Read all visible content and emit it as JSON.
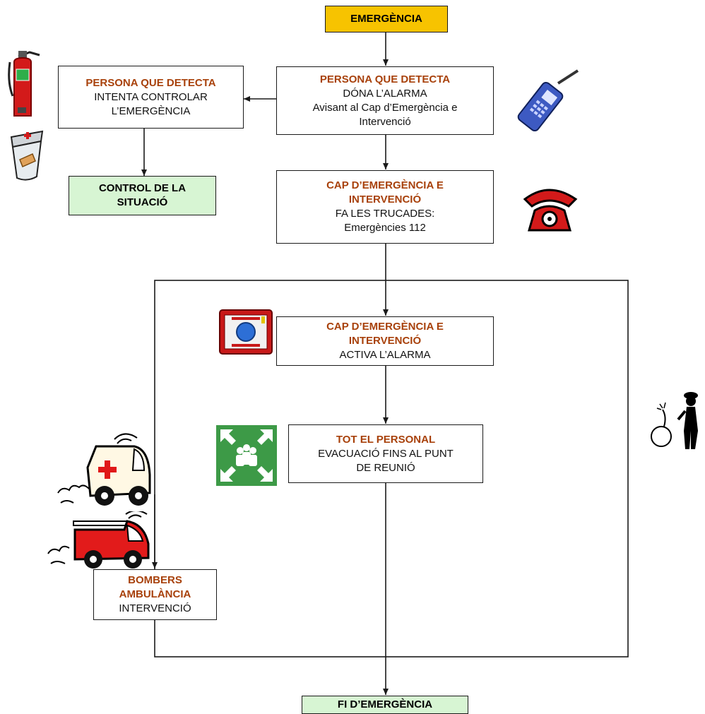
{
  "nodes": {
    "start": {
      "title": "EMERGÈNCIA"
    },
    "detect_left": {
      "title": "PERSONA QUE DETECTA",
      "line1": "INTENTA CONTROLAR",
      "line2": "L’EMERGÈNCIA"
    },
    "detect_right": {
      "title": "PERSONA QUE DETECTA",
      "line1": "DÓNA L’ALARMA",
      "line2": "Avisant al Cap d’Emergència e",
      "line3": "Intervenció"
    },
    "control": {
      "title1": "CONTROL DE LA",
      "title2": "SITUACIÓ"
    },
    "cap_calls": {
      "title1": "CAP D’EMERGÈNCIA E",
      "title2": "INTERVENCIÓ",
      "line1": "FA LES TRUCADES:",
      "line2": "Emergències 112"
    },
    "cap_alarm": {
      "title1": "CAP D’EMERGÈNCIA E",
      "title2": "INTERVENCIÓ",
      "line1": "ACTIVA L’ALARMA"
    },
    "personal": {
      "title": "TOT EL PERSONAL",
      "line1": "EVACUACIÓ FINS AL PUNT",
      "line2": "DE REUNIÓ"
    },
    "bombers": {
      "title1": "BOMBERS",
      "title2": "AMBULÀNCIA",
      "line1": "INTERVENCIÓ"
    },
    "end": {
      "title": "FI D’EMERGÈNCIA"
    }
  },
  "colors": {
    "start_fill": "#f7c300",
    "green_fill": "#d7f5d3",
    "title_text": "#a8410b",
    "line": "#1a1a1a"
  },
  "icons": [
    "fire-extinguisher-icon",
    "first-aid-kit-icon",
    "mobile-phone-icon",
    "telephone-icon",
    "alarm-push-button-icon",
    "assembly-point-sign-icon",
    "ambulance-icon",
    "fire-truck-icon",
    "person-with-bomb-icon"
  ]
}
